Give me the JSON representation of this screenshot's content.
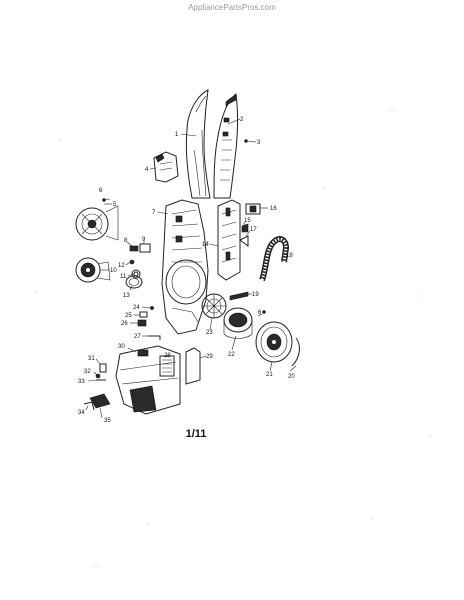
{
  "watermark": "AppliancePartsPros.com",
  "page_label": "1/11",
  "callouts": [
    {
      "id": "c1",
      "label": "1"
    },
    {
      "id": "c2",
      "label": "2"
    },
    {
      "id": "c3",
      "label": "3"
    },
    {
      "id": "c4",
      "label": "4"
    },
    {
      "id": "c5",
      "label": "5"
    },
    {
      "id": "c6",
      "label": "6"
    },
    {
      "id": "c7",
      "label": "7"
    },
    {
      "id": "c8",
      "label": "8"
    },
    {
      "id": "c9",
      "label": "9"
    },
    {
      "id": "c10",
      "label": "10"
    },
    {
      "id": "c11",
      "label": "11"
    },
    {
      "id": "c12",
      "label": "12"
    },
    {
      "id": "c13",
      "label": "13"
    },
    {
      "id": "c14",
      "label": "14"
    },
    {
      "id": "c15",
      "label": "15"
    },
    {
      "id": "c16",
      "label": "16"
    },
    {
      "id": "c17",
      "label": "17"
    },
    {
      "id": "c18",
      "label": "18"
    },
    {
      "id": "c19",
      "label": "19"
    },
    {
      "id": "c20",
      "label": "20"
    },
    {
      "id": "c21",
      "label": "21"
    },
    {
      "id": "c22",
      "label": "22"
    },
    {
      "id": "c23",
      "label": "23"
    },
    {
      "id": "c24",
      "label": "24"
    },
    {
      "id": "c25",
      "label": "25"
    },
    {
      "id": "c26",
      "label": "26"
    },
    {
      "id": "c27",
      "label": "27"
    },
    {
      "id": "c28",
      "label": "28"
    },
    {
      "id": "c29",
      "label": "29"
    },
    {
      "id": "c30",
      "label": "30"
    },
    {
      "id": "c31",
      "label": "31"
    },
    {
      "id": "c32",
      "label": "32"
    },
    {
      "id": "c33",
      "label": "33"
    },
    {
      "id": "c34",
      "label": "34"
    },
    {
      "id": "c35",
      "label": "35"
    },
    {
      "id": "c6b",
      "label": "6"
    }
  ]
}
